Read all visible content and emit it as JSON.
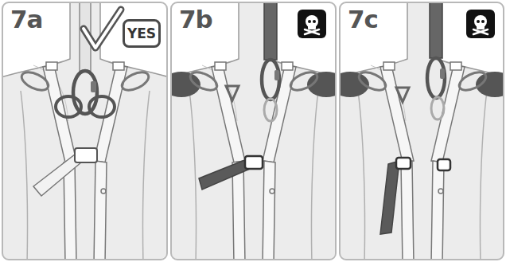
{
  "diagram": {
    "nodes": [
      {
        "text": [
          "7a"
        ]
      },
      {
        "text": [
          "YES"
        ],
        "in": 0
      },
      {
        "text": [
          "7b"
        ]
      },
      {
        "text": [
          "7c"
        ]
      }
    ]
  }
}
